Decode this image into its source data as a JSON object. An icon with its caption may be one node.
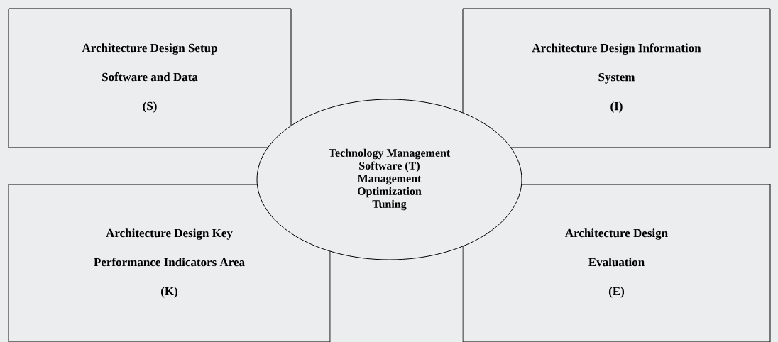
{
  "diagram": {
    "nodes": [
      {
        "text": [
          "Architecture  Design Setup",
          "Software and Data",
          "(S)"
        ]
      },
      {
        "text": [
          "Architecture Design Information",
          "System",
          "(I)"
        ]
      },
      {
        "text": [
          "Architecture Design Key",
          "Performance Indicators Area",
          "(K)"
        ]
      },
      {
        "text": [
          "Architecture Design",
          "Evaluation",
          "(E)"
        ]
      },
      {
        "text": [
          "Technology Management",
          "Software (T)",
          "Management",
          "Optimization",
          "Tuning"
        ]
      }
    ]
  }
}
